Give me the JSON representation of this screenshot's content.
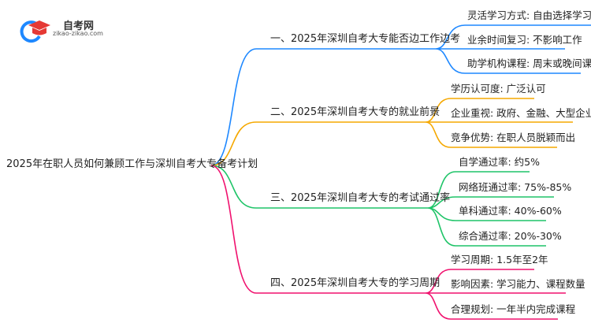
{
  "logo": {
    "title": "自考网",
    "url": "zikao-zikao.com"
  },
  "root": "2025年在职人员如何兼顾工作与深圳自考大专备考计划",
  "colors": {
    "blue": "#1e88ff",
    "orange": "#f5a800",
    "green": "#1fc468",
    "pink": "#f0116e"
  },
  "branches": [
    {
      "label": "一、2025年深圳自考大专能否边工作边考",
      "leaves": [
        "灵活学习方式: 自由选择学习时间",
        "业余时间复习: 不影响工作",
        "助学机构课程: 周末或晚间课程"
      ]
    },
    {
      "label": "二、2025年深圳自考大专的就业前景",
      "leaves": [
        "学历认可度: 广泛认可",
        "企业重视: 政府、金融、大型企业",
        "竞争优势: 在职人员脱颖而出"
      ]
    },
    {
      "label": "三、2025年深圳自考大专的考试通过率",
      "leaves": [
        "自学通过率: 约5%",
        "网络班通过率: 75%-85%",
        "单科通过率: 40%-60%",
        "综合通过率: 20%-30%"
      ]
    },
    {
      "label": "四、2025年深圳自考大专的学习周期",
      "leaves": [
        "学习周期: 1.5年至2年",
        "影响因素: 学习能力、课程数量",
        "合理规划: 一年半内完成课程"
      ]
    }
  ]
}
